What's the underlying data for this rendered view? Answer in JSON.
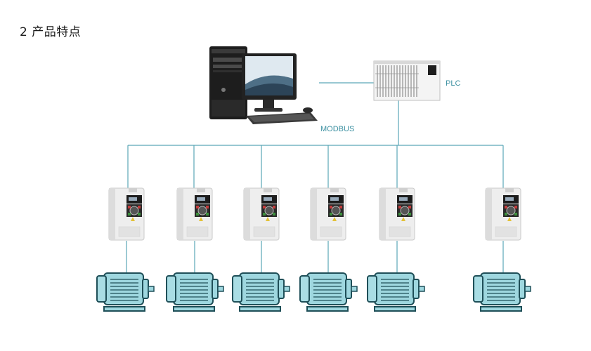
{
  "title": "2 产品特点",
  "labels": {
    "plc": "PLC",
    "modbus": "MODBUS"
  },
  "colors": {
    "bus_line": "#5aa7b6",
    "motor_body": "#9ed7df",
    "motor_dark": "#1f4f58",
    "inverter_body": "#eeeeee",
    "pc_dark": "#1d1d1d",
    "text_accent": "#3a8fa0"
  },
  "icons": {
    "computer": "desktop-computer-icon",
    "plc": "plc-icon",
    "inverter": "inverter-icon",
    "motor": "motor-icon"
  }
}
